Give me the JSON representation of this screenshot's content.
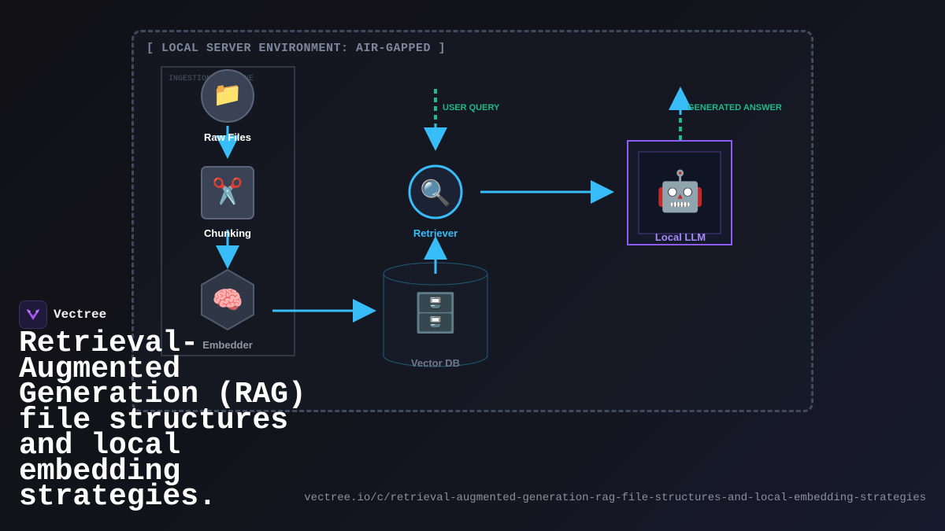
{
  "environment": {
    "title": "[ LOCAL SERVER ENVIRONMENT: AIR-GAPPED ]",
    "pipeline_label": "INGESTION PIPELINE"
  },
  "nodes": {
    "raw_files": {
      "label": "Raw Files",
      "icon": "folder-icon",
      "glyph": "📁"
    },
    "chunking": {
      "label": "Chunking",
      "icon": "scissors-icon",
      "glyph": "✂️"
    },
    "embedder": {
      "label": "Embedder",
      "icon": "brain-icon",
      "glyph": "🧠"
    },
    "vector_db": {
      "label": "Vector DB",
      "icon": "file-cabinet-icon",
      "glyph": "🗄️"
    },
    "retriever": {
      "label": "Retriever",
      "icon": "magnifier-icon",
      "glyph": "🔍"
    },
    "local_llm": {
      "label": "Local LLM",
      "icon": "robot-icon",
      "glyph": "🤖"
    }
  },
  "flows": {
    "user_query": "USER QUERY",
    "generated_answer": "GENERATED ANSWER"
  },
  "colors": {
    "arrow": "#38bdf8",
    "dashed_flow": "#1fb98a",
    "llm_border": "#8b5cf6",
    "retriever_ring": "#38bdf8"
  },
  "brand": {
    "name": "Vectree"
  },
  "headline": "Retrieval-Augmented Generation (RAG) file structures and local embedding strategies.",
  "url": "vectree.io/c/retrieval-augmented-generation-rag-file-structures-and-local-embedding-strategies"
}
